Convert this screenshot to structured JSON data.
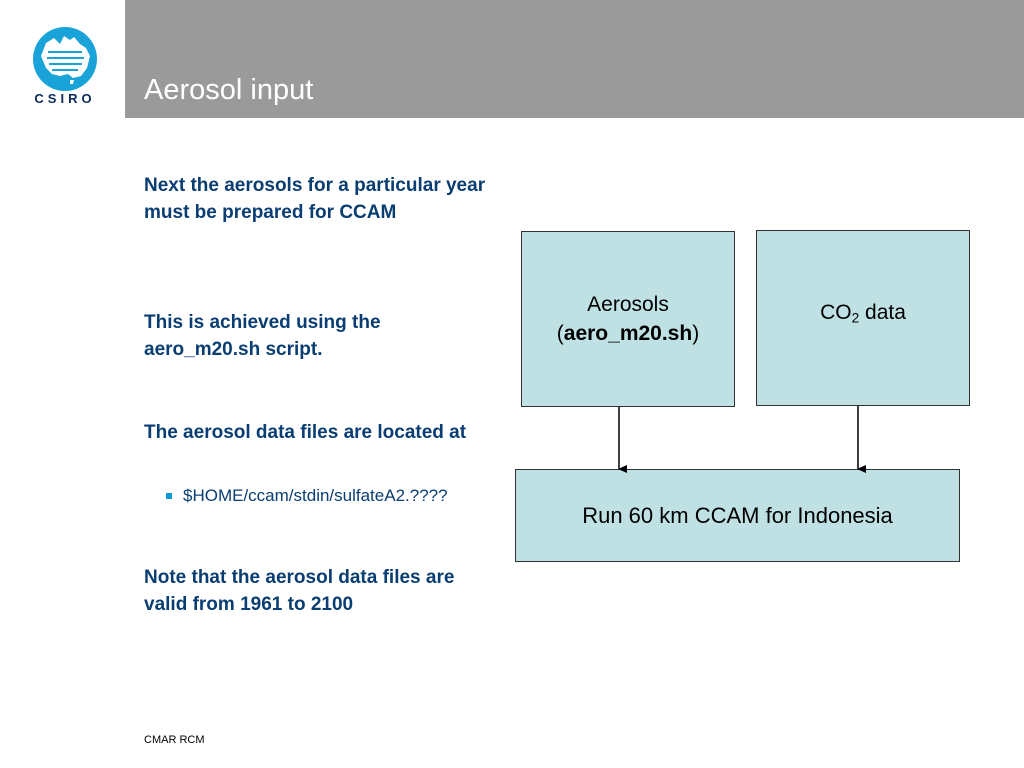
{
  "header": {
    "title": "Aerosol input",
    "logo_text": "CSIRO",
    "bar_color": "#9a9a9a"
  },
  "left_text": {
    "para1": "Next the aerosols for a particular year must be prepared for CCAM",
    "para2": "This is achieved using the aero_m20.sh script.",
    "para3": "The aerosol data files are located at",
    "bullet": "$HOME/ccam/stdin/sulfateA2.????",
    "para4": "Note that the aerosol data files are valid from 1961 to 2100"
  },
  "diagram": {
    "aerosols_box": {
      "line1": "Aerosols",
      "open_paren": "(",
      "script": "aero_m20.sh",
      "close_paren": ")"
    },
    "co2_box": {
      "label_main": "CO",
      "label_sub": "2",
      "label_rest": " data"
    },
    "run_box": {
      "label": "Run 60 km CCAM for Indonesia"
    },
    "box_fill": "#bfe1e4"
  },
  "footer": {
    "label": "CMAR RCM"
  }
}
